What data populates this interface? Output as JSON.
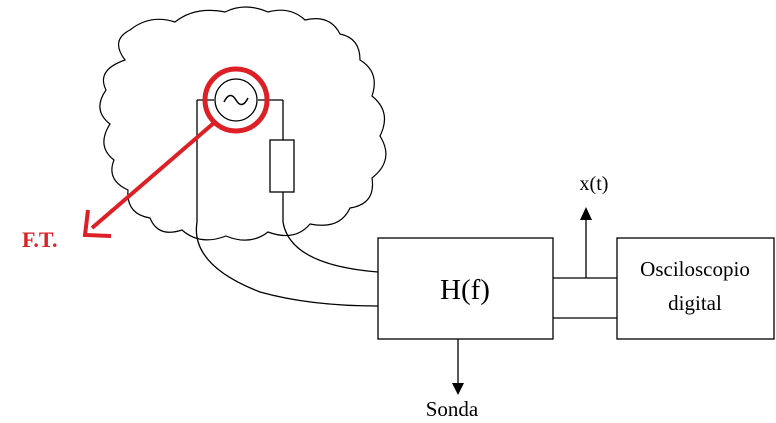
{
  "labels": {
    "ft": "F.T.",
    "filter": "H(f)",
    "signal": "x(t)",
    "scope_line1": "Osciloscopio",
    "scope_line2": "digital",
    "probe": "Sonda",
    "source_symbol": "∿"
  },
  "colors": {
    "highlight": "#dd1f26",
    "ink": "#000000",
    "background": "#ffffff"
  }
}
